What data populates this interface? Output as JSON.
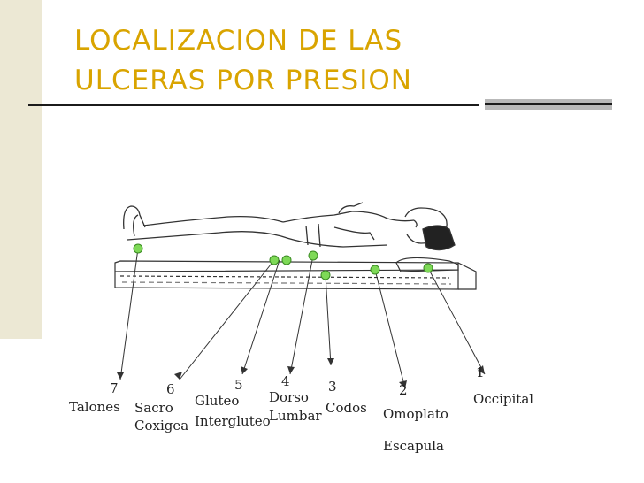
{
  "slide": {
    "title_line1": "LOCALIZACION DE LAS",
    "title_line2": "ULCERAS POR PRESION",
    "colors": {
      "title": "#d9a400",
      "side_bar": "#ece8d4",
      "divider": "#3f1f55",
      "marker": "#7ed957"
    }
  },
  "diagram": {
    "points": [
      {
        "number": "1",
        "label": "Occipital"
      },
      {
        "number": "2",
        "label": "Omoplato",
        "label2": "Escapula"
      },
      {
        "number": "3",
        "label": "Codos"
      },
      {
        "number": "4",
        "label": "Dorso",
        "label2": "Lumbar"
      },
      {
        "number": "5",
        "label": "Gluteo",
        "label2": "Intergluteo"
      },
      {
        "number": "6",
        "label": "Sacro",
        "label2": "Coxigea"
      },
      {
        "number": "7",
        "label": "Talones"
      }
    ]
  }
}
